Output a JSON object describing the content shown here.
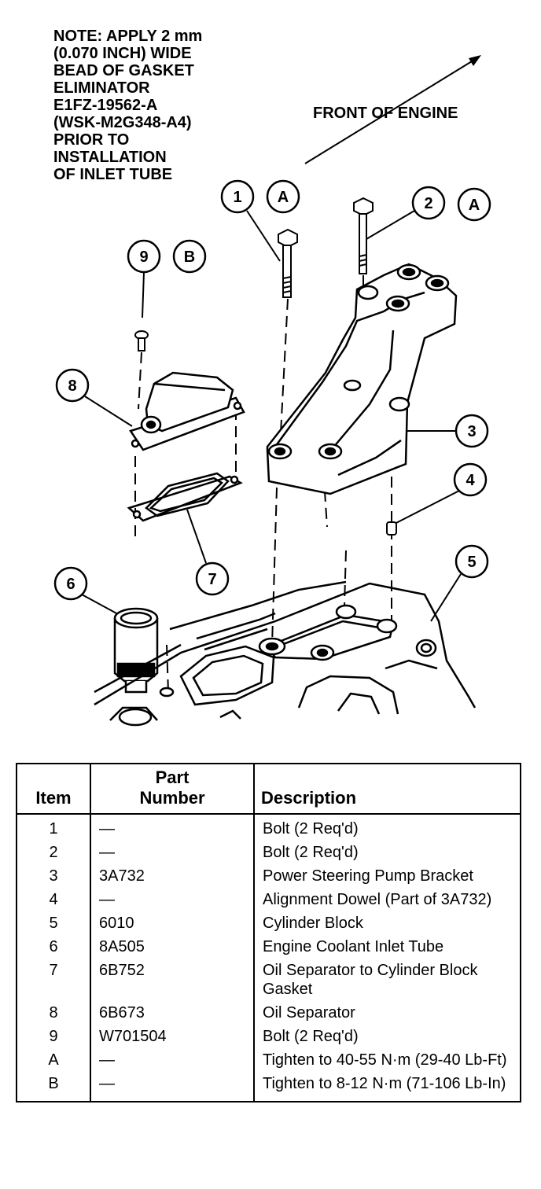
{
  "note": {
    "lines": [
      "NOTE: APPLY 2 mm",
      "(0.070 INCH) WIDE",
      "BEAD OF GASKET",
      "ELIMINATOR",
      "E1FZ-19562-A",
      "(WSK-M2G348-A4)",
      "PRIOR TO",
      "INSTALLATION",
      "OF INLET TUBE"
    ]
  },
  "front_label": "FRONT OF ENGINE",
  "callouts": {
    "c1": "1",
    "c1a": "A",
    "c2": "2",
    "c2a": "A",
    "c3": "3",
    "c4": "4",
    "c5": "5",
    "c6": "6",
    "c7": "7",
    "c8": "8",
    "c9": "9",
    "c9b": "B"
  },
  "table": {
    "headers": {
      "item": "Item",
      "part_line1": "Part",
      "part_line2": "Number",
      "description": "Description"
    },
    "rows": [
      {
        "item": "1",
        "part": "—",
        "desc": "Bolt (2 Req'd)"
      },
      {
        "item": "2",
        "part": "—",
        "desc": "Bolt (2 Req'd)"
      },
      {
        "item": "3",
        "part": "3A732",
        "desc": "Power Steering Pump Bracket"
      },
      {
        "item": "4",
        "part": "—",
        "desc": "Alignment Dowel (Part of 3A732)"
      },
      {
        "item": "5",
        "part": "6010",
        "desc": "Cylinder Block"
      },
      {
        "item": "6",
        "part": "8A505",
        "desc": "Engine Coolant Inlet Tube"
      },
      {
        "item": "7",
        "part": "6B752",
        "desc": "Oil Separator to Cylinder Block Gasket"
      },
      {
        "item": "8",
        "part": "6B673",
        "desc": "Oil Separator"
      },
      {
        "item": "9",
        "part": "W701504",
        "desc": "Bolt (2 Req'd)"
      },
      {
        "item": "A",
        "part": "—",
        "desc": "Tighten to 40-55 N·m (29-40 Lb-Ft)"
      },
      {
        "item": "B",
        "part": "—",
        "desc": "Tighten to 8-12 N·m (71-106 Lb-In)"
      }
    ]
  }
}
